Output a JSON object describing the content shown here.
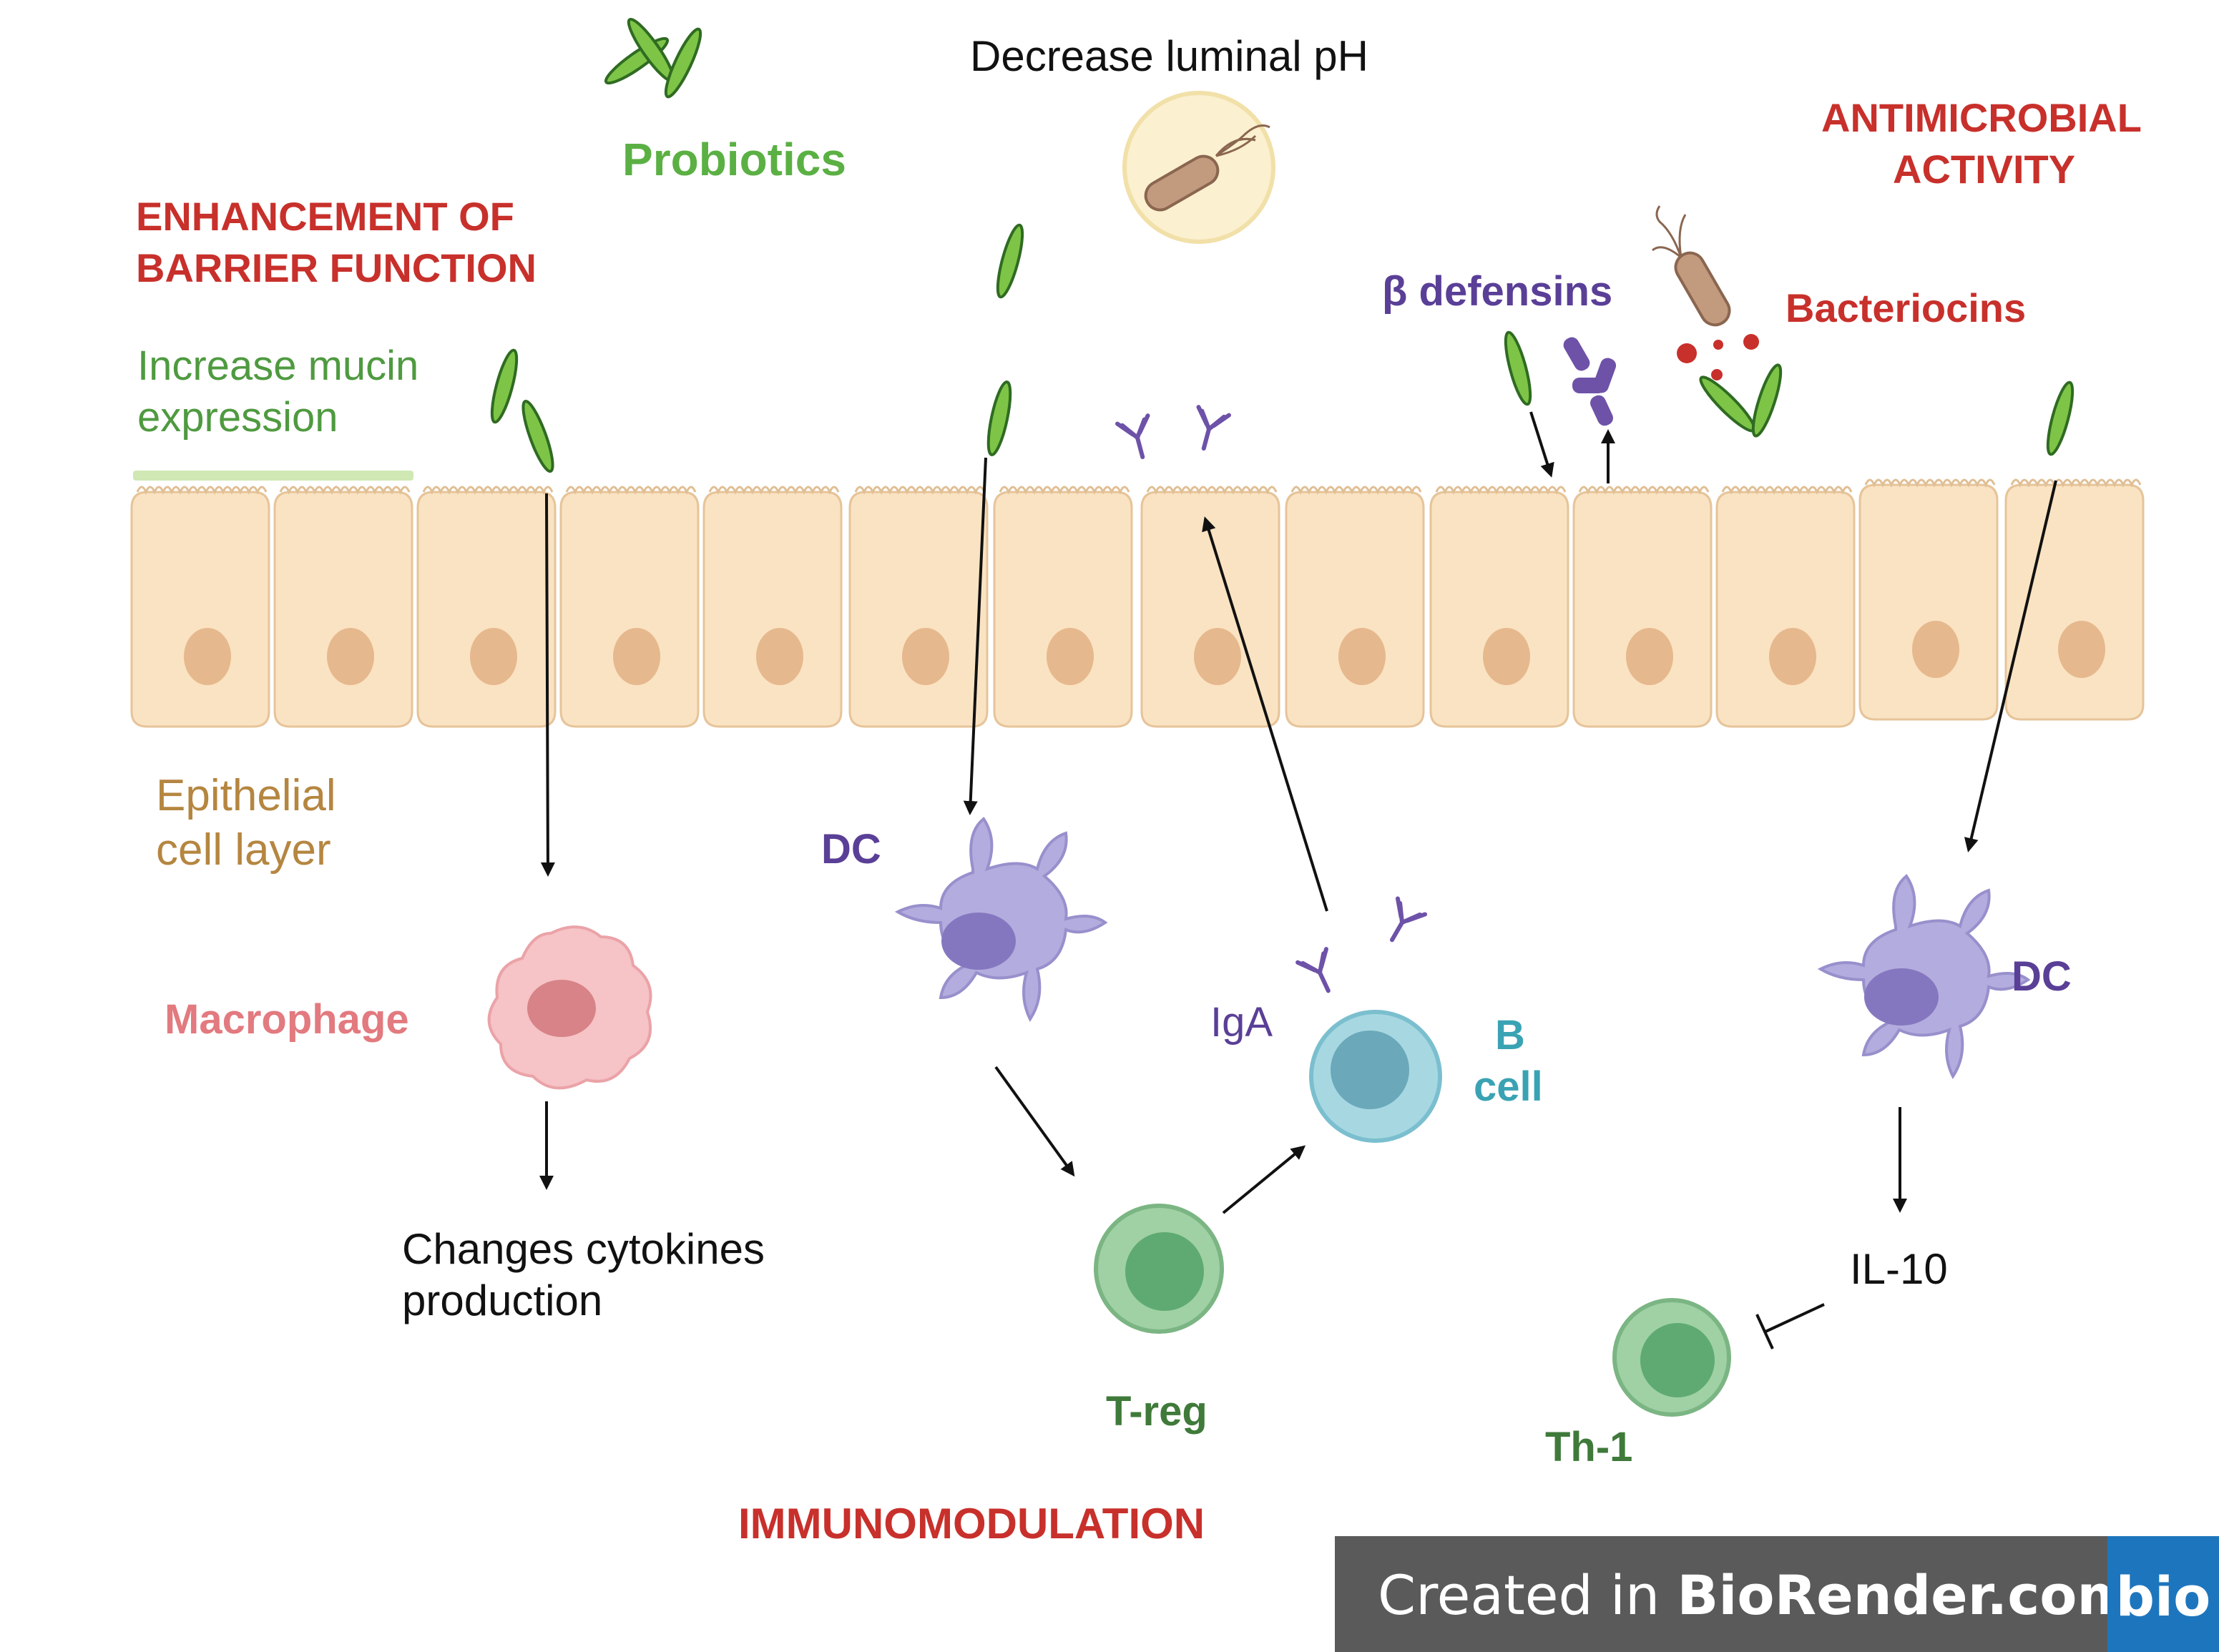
{
  "labels": {
    "decrease_ph": "Decrease luminal pH",
    "probiotics": "Probiotics",
    "enhancement_1": "ENHANCEMENT OF",
    "enhancement_2": "BARRIER FUNCTION",
    "mucin_1": "Increase mucin",
    "mucin_2": "expression",
    "antimicrobial_1": "ANTIMICROBIAL",
    "antimicrobial_2": "ACTIVITY",
    "beta_defensins": "β defensins",
    "bacteriocins": "Bacteriocins",
    "epithelial_1": "Epithelial",
    "epithelial_2": "cell layer",
    "dc_left": "DC",
    "dc_right": "DC",
    "macrophage": "Macrophage",
    "iga": "IgA",
    "b_cell_1": "B",
    "b_cell_2": "cell",
    "cytokines_1": "Changes cytokines",
    "cytokines_2": "production",
    "t_reg": "T-reg",
    "il10": "IL-10",
    "th1": "Th-1",
    "immunomodulation": "IMMUNOMODULATION"
  },
  "watermark": {
    "created_in": "Created in",
    "brand": "BioRender.com",
    "badge": "bio"
  },
  "colors": {
    "heading_red": "#c8302b",
    "probiotic_green": "#5bb044",
    "cell_fill": "#fae3c2",
    "nucleus": "#e6b88d",
    "dendritic": "#b3acde",
    "b_cell": "#a7d8e2",
    "t_cell": "#9fd1a4",
    "macrophage": "#f6c3c6",
    "antibody_purple": "#6d52a8",
    "watermark_gray": "#5a5a5a",
    "badge_blue": "#1d76bd"
  }
}
